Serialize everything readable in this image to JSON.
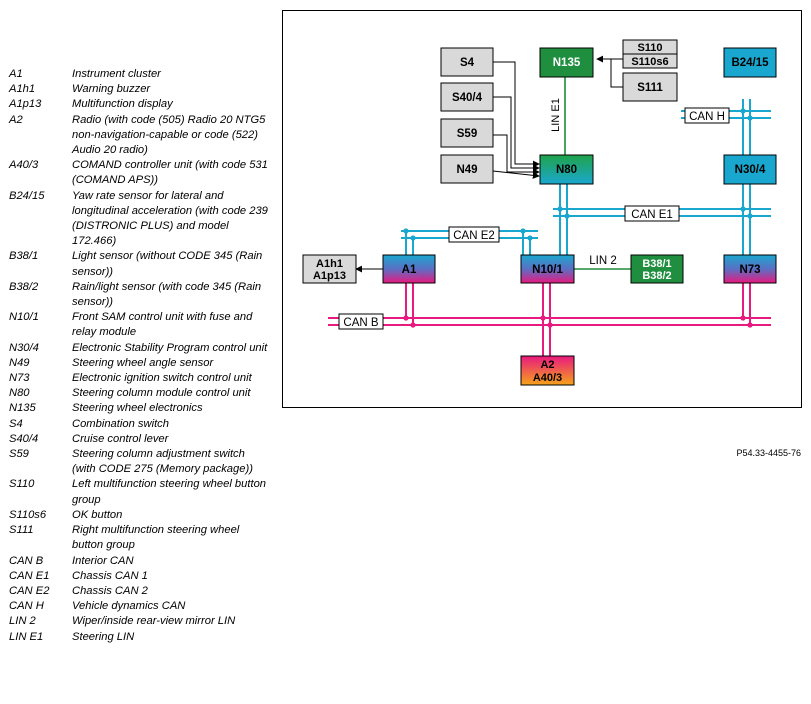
{
  "legend": [
    {
      "code": "A1",
      "desc": "Instrument cluster"
    },
    {
      "code": "A1h1",
      "desc": "Warning buzzer"
    },
    {
      "code": "A1p13",
      "desc": "Multifunction display"
    },
    {
      "code": "A2",
      "desc": "Radio (with code (505) Radio 20 NTG5 non-navigation-capable or code (522) Audio 20 radio)"
    },
    {
      "code": "A40/3",
      "desc": "COMAND controller unit (with code 531 (COMAND APS))"
    },
    {
      "code": "B24/15",
      "desc": "Yaw rate sensor for lateral and longitudinal acceleration (with code 239 (DISTRONIC PLUS) and model 172.466)"
    },
    {
      "code": "B38/1",
      "desc": "Light sensor (without CODE 345 (Rain sensor))"
    },
    {
      "code": "B38/2",
      "desc": "Rain/light sensor (with code 345 (Rain sensor))"
    },
    {
      "code": "N10/1",
      "desc": "Front SAM control unit with fuse and relay module"
    },
    {
      "code": "N30/4",
      "desc": "Electronic Stability Program control unit"
    },
    {
      "code": "N49",
      "desc": "Steering wheel angle sensor"
    },
    {
      "code": "N73",
      "desc": "Electronic ignition switch control unit"
    },
    {
      "code": "N80",
      "desc": "Steering column module control unit"
    },
    {
      "code": "N135",
      "desc": "Steering wheel electronics"
    },
    {
      "code": "S4",
      "desc": "Combination switch"
    },
    {
      "code": "S40/4",
      "desc": "Cruise control lever"
    },
    {
      "code": "S59",
      "desc": "Steering column adjustment switch (with CODE 275 (Memory package))"
    },
    {
      "code": "S110",
      "desc": "Left multifunction steering wheel button group"
    },
    {
      "code": "S110s6",
      "desc": "OK button"
    },
    {
      "code": "S111",
      "desc": "Right multifunction steering wheel button group"
    },
    {
      "code": "CAN B",
      "desc": "Interior CAN"
    },
    {
      "code": "CAN E1",
      "desc": "Chassis CAN 1"
    },
    {
      "code": "CAN E2",
      "desc": "Chassis CAN 2"
    },
    {
      "code": "CAN H",
      "desc": "Vehicle dynamics CAN"
    },
    {
      "code": "LIN 2",
      "desc": "Wiper/inside rear-view mirror LIN"
    },
    {
      "code": "LIN E1",
      "desc": "Steering LIN"
    }
  ],
  "nodes": {
    "s4": "S4",
    "s40_4": "S40/4",
    "s59": "S59",
    "n49": "N49",
    "n135": "N135",
    "s110": "S110",
    "s110s6": "S110s6",
    "s111": "S111",
    "b24_15": "B24/15",
    "n80": "N80",
    "n30_4": "N30/4",
    "a1": "A1",
    "a1h1": "A1h1",
    "a1p13": "A1p13",
    "n10_1": "N10/1",
    "b38_1": "B38/1",
    "b38_2": "B38/2",
    "n73": "N73",
    "a2": "A2",
    "a40_3": "A40/3"
  },
  "buses": {
    "can_h": "CAN H",
    "can_e1": "CAN E1",
    "can_e2": "CAN E2",
    "can_b": "CAN B",
    "lin_2": "LIN 2",
    "lin_e1": "LIN E1"
  },
  "colors": {
    "can_cyan": "#1aa7cf",
    "can_b_pink": "#e8197f",
    "lin_green": "#1e8c3a",
    "node_green": "#1f8f3f",
    "switch_grey": "#d9d9d9"
  },
  "figure_ref": "P54.33-4455-76"
}
